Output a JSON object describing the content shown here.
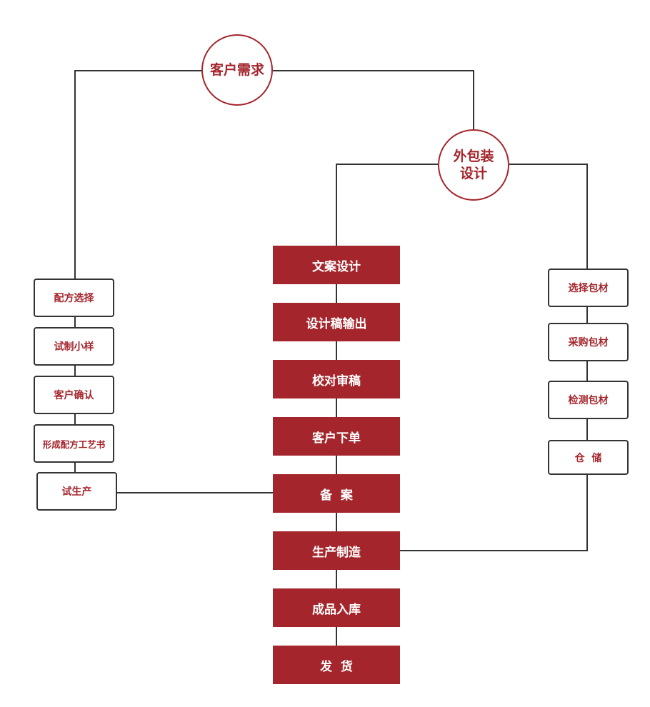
{
  "colors": {
    "accent": "#a4262c",
    "line": "#333333",
    "background": "#ffffff"
  },
  "top_nodes": {
    "customer_demand": "客户需求",
    "packaging_design_line1": "外包装",
    "packaging_design_line2": "设计"
  },
  "main_flow": [
    "文案设计",
    "设计稿输出",
    "校对审稿",
    "客户下单",
    "备  案",
    "生产制造",
    "成品入库",
    "发  货"
  ],
  "left_flow": [
    "配方选择",
    "试制小样",
    "客户确认",
    "形成配方工艺书",
    "试生产"
  ],
  "right_flow": [
    "选择包材",
    "采购包材",
    "检测包材",
    "仓  储"
  ]
}
